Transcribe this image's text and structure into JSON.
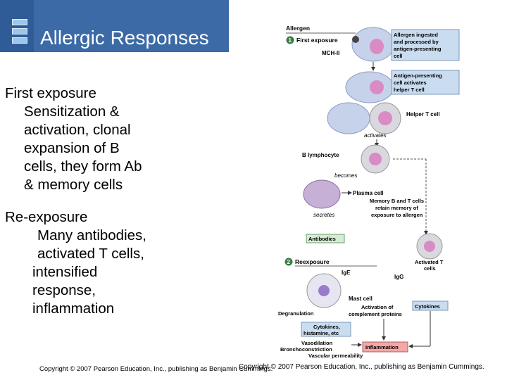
{
  "slide": {
    "title": "Allergic Responses",
    "bullets": {
      "first_heading": "First exposure",
      "first_lines": [
        "Sensitization &",
        "activation, clonal",
        "expansion of B",
        "cells, they  form Ab",
        "& memory cells"
      ],
      "re_heading": "Re-exposure",
      "re_line1": "Many antibodies,",
      "re_line2": "activated T cells,",
      "re_lines_rest": [
        "intensified",
        "response,",
        "inflammation"
      ]
    },
    "copyright_left": "Copyright © 2007 Pearson Education, Inc., publishing as Benjamin Cummings.",
    "copyright_right": "Copyright © 2007 Pearson Education, Inc., publishing as Benjamin Cummings."
  },
  "diagram": {
    "allergen": "Allergen",
    "step1_num": "1",
    "step1": "First exposure",
    "mch": "MCH-II",
    "box_ingested": [
      "Allergen ingested",
      "and processed by",
      "antigen-presenting",
      "cell"
    ],
    "box_apc": [
      "Antigen-presenting",
      "cell activates",
      "helper T cell"
    ],
    "helper": "Helper T cell",
    "activates": "activates",
    "b_lymph": "B lymphocyte",
    "becomes": "becomes",
    "plasma": "Plasma cell",
    "memory": [
      "Memory B and T cells",
      "retain memory of",
      "exposure to allergen"
    ],
    "secretes": "secretes",
    "antibodies": "Antibodies",
    "step2_num": "2",
    "step2": "Reexposure",
    "ige": "IgE",
    "igg": "IgG",
    "activated_t": [
      "Activated T",
      "cells"
    ],
    "mast": "Mast cell",
    "degranulation": "Degranulation",
    "complement": [
      "Activation of",
      "complement proteins"
    ],
    "cytokines": "Cytokines",
    "cyto_hist": [
      "Cytokines,",
      "histamine, etc"
    ],
    "vaso": [
      "Vasodilation",
      "Bronchoconstriction",
      "Vascular permeability"
    ],
    "inflammation": "Inflammation",
    "colors": {
      "cell_blue": "#b8c8e6",
      "box_blue": "#c9dcf0",
      "inflam_red": "#f4a7a7",
      "nucleus_pink": "#d98bc4"
    }
  }
}
